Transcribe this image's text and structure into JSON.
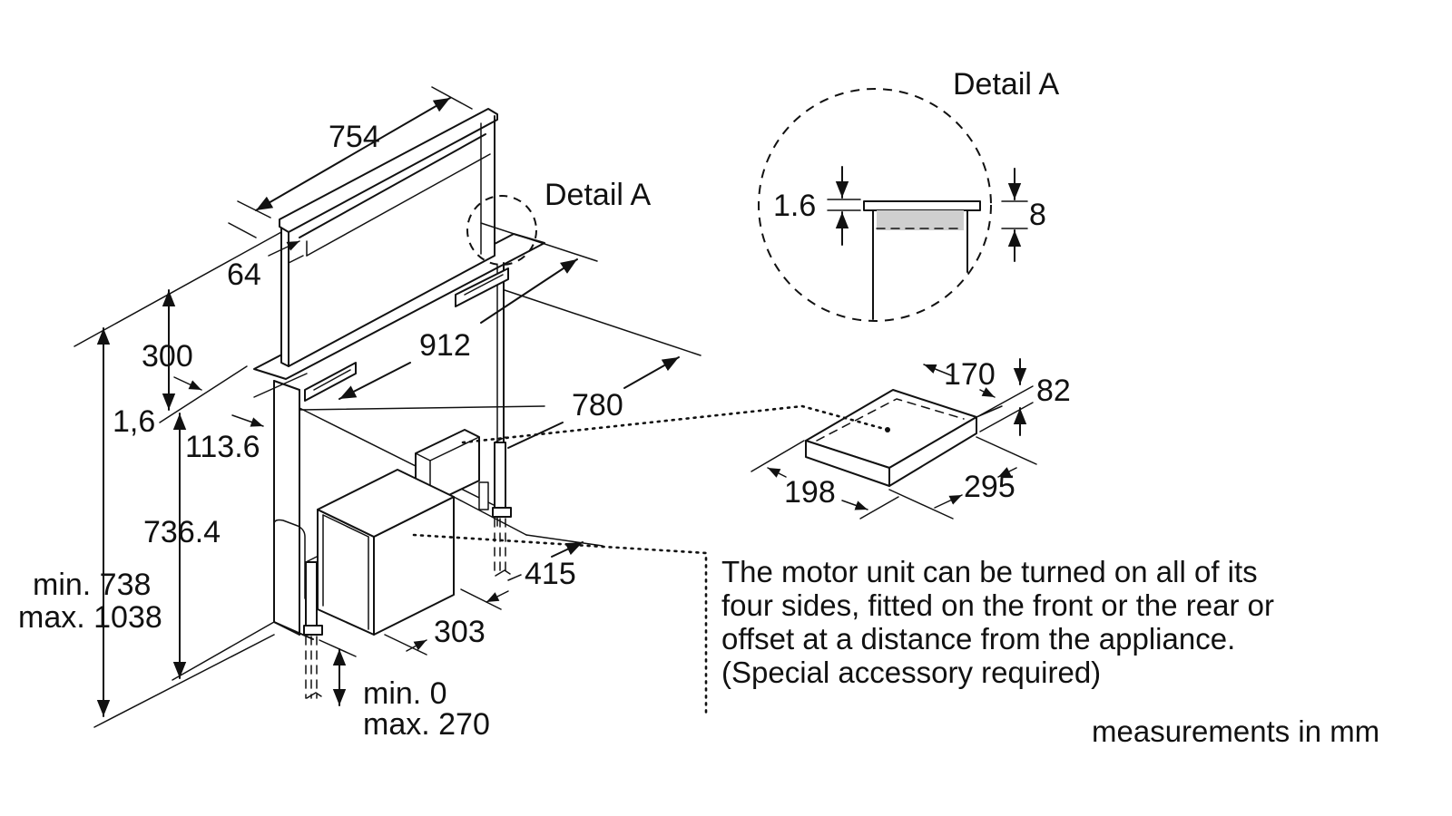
{
  "labels": {
    "detail_main": "Detail A",
    "detail_callout": "Detail A"
  },
  "dimensions": {
    "width_754": "754",
    "depth_64": "64",
    "height_300": "300",
    "thickness_1_6": "1,6",
    "offset_113_6": "113.6",
    "width_912": "912",
    "depth_780": "780",
    "height_736_4": "736.4",
    "overall_min": "min. 738",
    "overall_max": "max. 1038",
    "motor_415": "415",
    "motor_303": "303",
    "adjust_min": "min. 0",
    "adjust_max": "max. 270",
    "detail_1_6": "1.6",
    "detail_8": "8",
    "acc_170": "170",
    "acc_82": "82",
    "acc_198": "198",
    "acc_295": "295"
  },
  "note": {
    "line1": "The motor unit can be turned on all of its",
    "line2": "four sides, fitted on the front or the rear or",
    "line3": "offset at a distance from the appliance.",
    "line4": "(Special accessory required)"
  },
  "units_label": "measurements in mm"
}
